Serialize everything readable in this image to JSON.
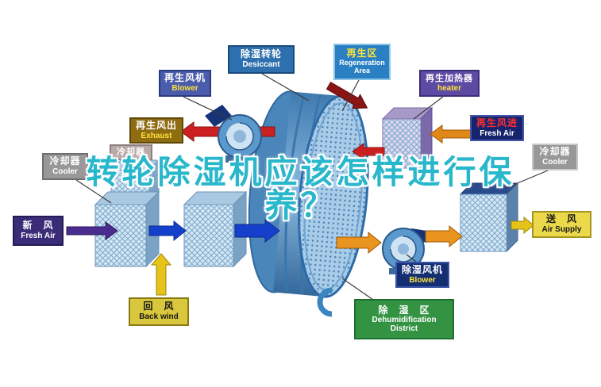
{
  "title": {
    "line1": "转轮除湿机应该怎样进行保",
    "line2": "养？"
  },
  "labels": {
    "desiccant": {
      "zh": "除湿转轮",
      "en": "Desiccant"
    },
    "regen_area": {
      "zh": "再生区",
      "en": "Regeneration Area"
    },
    "regen_blower": {
      "zh": "再生风机",
      "en": "Blower"
    },
    "regen_heater": {
      "zh": "再生加热器",
      "en": "heater"
    },
    "exhaust": {
      "zh": "再生风出",
      "en": "Exhaust"
    },
    "regen_fresh_air": {
      "zh": "再生风进",
      "en": "Fresh Air"
    },
    "cooler_left": {
      "zh": "冷却器",
      "en": "Cooler"
    },
    "cooler_mid": {
      "zh": "冷却器"
    },
    "cooler_right": {
      "zh": "冷却器",
      "en": "Cooler"
    },
    "fresh_air": {
      "zh": "新　风",
      "en": "Fresh Air"
    },
    "back_wind": {
      "zh": "回　风",
      "en": "Back wind"
    },
    "air_supply": {
      "zh": "送　风",
      "en": "Air Supply"
    },
    "dehumid_blower": {
      "zh": "除湿风机",
      "en": "Blower"
    },
    "dehumid_district": {
      "zh": "除　湿　区",
      "en_line1": "Dehumidification",
      "en_line2": "District"
    }
  },
  "colors": {
    "title_cyan": "#29b7cb",
    "wheel_blue": "#5b9ace",
    "wheel_face": "#a8cce8",
    "arrow_red": "#cc2020",
    "arrow_maroon": "#8b1515",
    "arrow_orange": "#e8941f",
    "arrow_yellow": "#e5c318",
    "arrow_blue": "#1540cc",
    "arrow_purple": "#4a2b8e",
    "label_yellow": "#d9c83d",
    "label_green": "#339343",
    "label_navy": "#17246d"
  }
}
